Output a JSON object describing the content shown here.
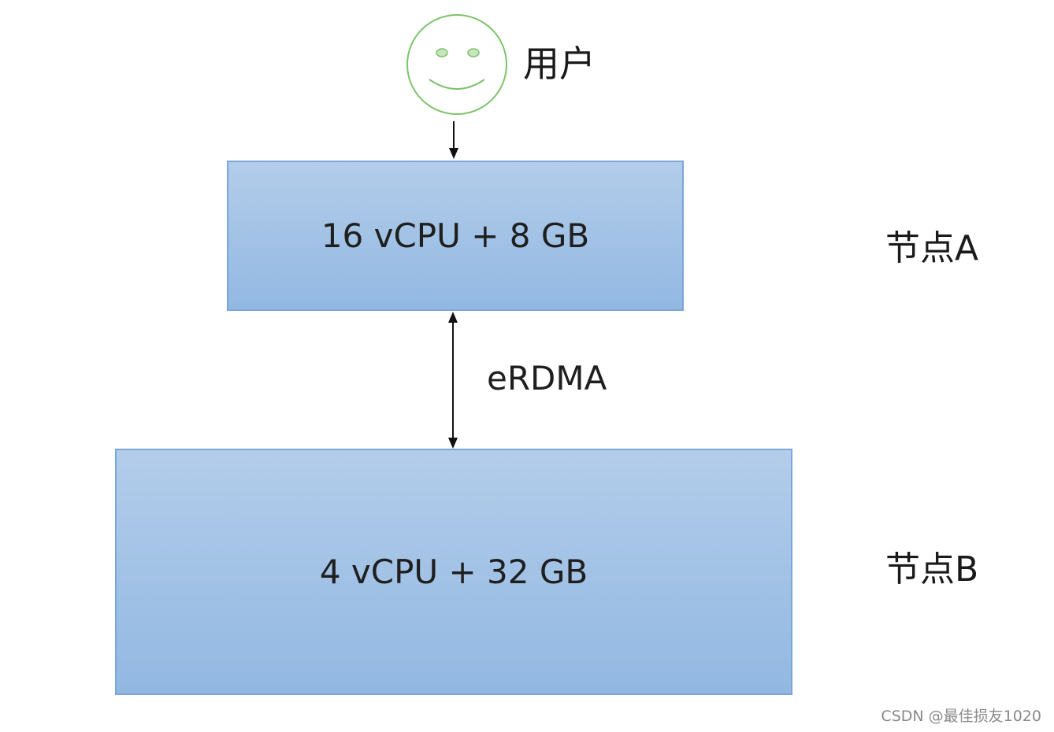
{
  "user": {
    "label": "用户",
    "icon": "smiley-face-icon",
    "icon_color": "#7cc36b"
  },
  "nodes": [
    {
      "id": "node-a",
      "spec": "16 vCPU + 8 GB",
      "label": "节点A",
      "fill_top": "#b3cdea",
      "fill_bottom": "#92b8e2",
      "border": "#7aa6d9"
    },
    {
      "id": "node-b",
      "spec": "4 vCPU + 32 GB",
      "label": "节点B",
      "fill_top": "#b3cdea",
      "fill_bottom": "#92b8e2",
      "border": "#7aa6d9"
    }
  ],
  "edges": [
    {
      "from": "user",
      "to": "node-a",
      "direction": "one-way",
      "label": ""
    },
    {
      "from": "node-a",
      "to": "node-b",
      "direction": "two-way",
      "label": "eRDMA"
    }
  ],
  "watermark": "CSDN @最佳损友1020"
}
